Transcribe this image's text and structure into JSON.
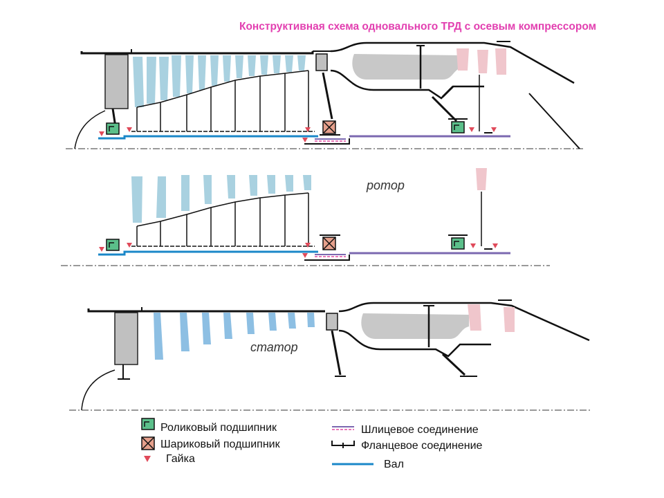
{
  "title": "Конструктивная схема одновального ТРД с осевым компрессором",
  "labels": {
    "rotor": "ротор",
    "stator": "статор"
  },
  "legend": {
    "roller_bearing": "Роликовый подшипник",
    "ball_bearing": "Шариковый подшипник",
    "nut": "Гайка",
    "spline": "Шлицевое соединение",
    "flange": "Фланцевое соединение",
    "shaft": "Вал"
  },
  "colors": {
    "title": "#e23fb0",
    "blade": "#a9d1e0",
    "stator_blade": "#8dbfe3",
    "turbine": "#f0c6cc",
    "chamber": "#c8c8c8",
    "shaft": "#1a87c8",
    "turbine_shaft": "#7b68b0",
    "bearing_roller": "#5bbf8a",
    "bearing_ball": "#e6a08c",
    "nut": "#e04a5a"
  }
}
